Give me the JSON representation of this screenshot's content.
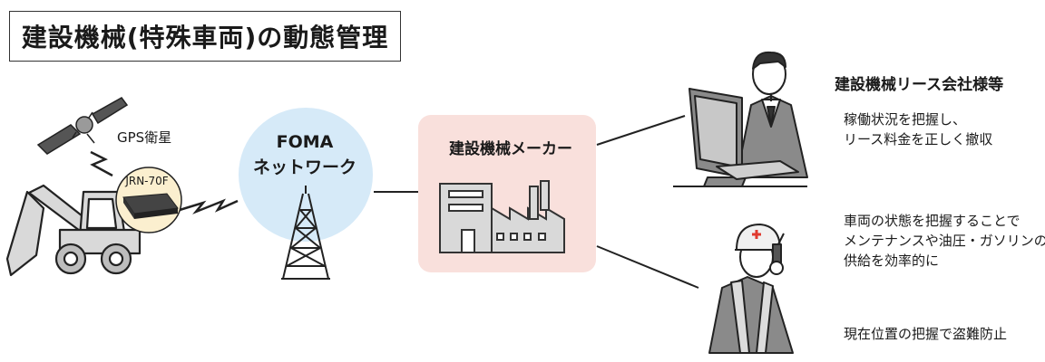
{
  "title": "建設機械(特殊車両)の動態管理",
  "gps_label": "GPS衛星",
  "device_label": "JRN-70F",
  "network": {
    "line1": "FOMA",
    "line2": "ネットワーク"
  },
  "maker_label": "建設機械メーカー",
  "rental": {
    "heading": "建設機械リース会社様等",
    "lines": [
      "稼働状況を把握し、",
      "リース料金を正しく撤収"
    ]
  },
  "benefit_maintenance": {
    "lines": [
      "車両の状態を把握することで",
      "メンテナンスや油圧・ガソリンの",
      "供給を効率的に"
    ]
  },
  "benefit_theft": {
    "text": "現在位置の把握で盗難防止"
  },
  "colors": {
    "network_circle": "#d6eaf8",
    "maker_box": "#f9e0dc",
    "device_circle": "#fbefcf",
    "machine_gray": "#d9d9d9"
  }
}
